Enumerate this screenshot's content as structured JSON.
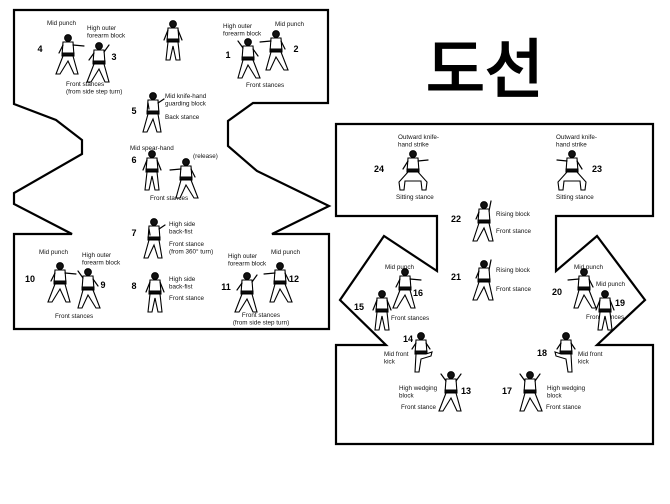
{
  "title": "도선",
  "moves": [
    {
      "n": "1",
      "text": [
        "High outer",
        "forearm block"
      ]
    },
    {
      "n": "2",
      "text": [
        "Mid punch"
      ]
    },
    {
      "n": "1-2",
      "text": [
        "Front stances"
      ]
    },
    {
      "n": "3",
      "text": [
        "High outer",
        "forearm block"
      ]
    },
    {
      "n": "4",
      "text": [
        "Mid punch"
      ]
    },
    {
      "n": "3-4",
      "text": [
        "Front stances",
        "(from side step turn)"
      ]
    },
    {
      "n": "5",
      "text": [
        "Mid knife-hand",
        "guarding block",
        "Back stance"
      ]
    },
    {
      "n": "6",
      "text": [
        "Mid spear-hand",
        "(release)",
        "Front stances"
      ]
    },
    {
      "n": "7",
      "text": [
        "High side",
        "back-fist",
        "Front stance",
        "(from 360° turn)"
      ]
    },
    {
      "n": "8",
      "text": [
        "High side",
        "back-fist",
        "Front stance"
      ]
    },
    {
      "n": "9",
      "text": [
        "High outer",
        "forearm block"
      ]
    },
    {
      "n": "10",
      "text": [
        "Mid punch"
      ]
    },
    {
      "n": "9-10",
      "text": [
        "Front stances"
      ]
    },
    {
      "n": "11",
      "text": [
        "High outer",
        "forearm block"
      ]
    },
    {
      "n": "12",
      "text": [
        "Mid punch"
      ]
    },
    {
      "n": "11-12",
      "text": [
        "Front stances",
        "(from side step turn)"
      ]
    },
    {
      "n": "13",
      "text": [
        "High wedging",
        "block",
        "Front stance"
      ]
    },
    {
      "n": "14",
      "text": [
        "Mid front",
        "kick"
      ]
    },
    {
      "n": "15",
      "text": []
    },
    {
      "n": "16",
      "text": [
        "Mid punch",
        "Front stances"
      ]
    },
    {
      "n": "17",
      "text": [
        "High wedging",
        "block",
        "Front stance"
      ]
    },
    {
      "n": "18",
      "text": [
        "Mid front",
        "kick"
      ]
    },
    {
      "n": "19",
      "text": [
        "Mid punch"
      ]
    },
    {
      "n": "20",
      "text": [
        "Mid punch",
        "Front stances"
      ]
    },
    {
      "n": "21",
      "text": [
        "Rising block",
        "Front stance"
      ]
    },
    {
      "n": "22",
      "text": [
        "Rising block",
        "Front stance"
      ]
    },
    {
      "n": "23",
      "text": [
        "Outward knife-",
        "hand strike",
        "Sitting stance"
      ]
    },
    {
      "n": "24",
      "text": [
        "Outward knife-",
        "hand strike",
        "Sitting stance"
      ]
    }
  ]
}
